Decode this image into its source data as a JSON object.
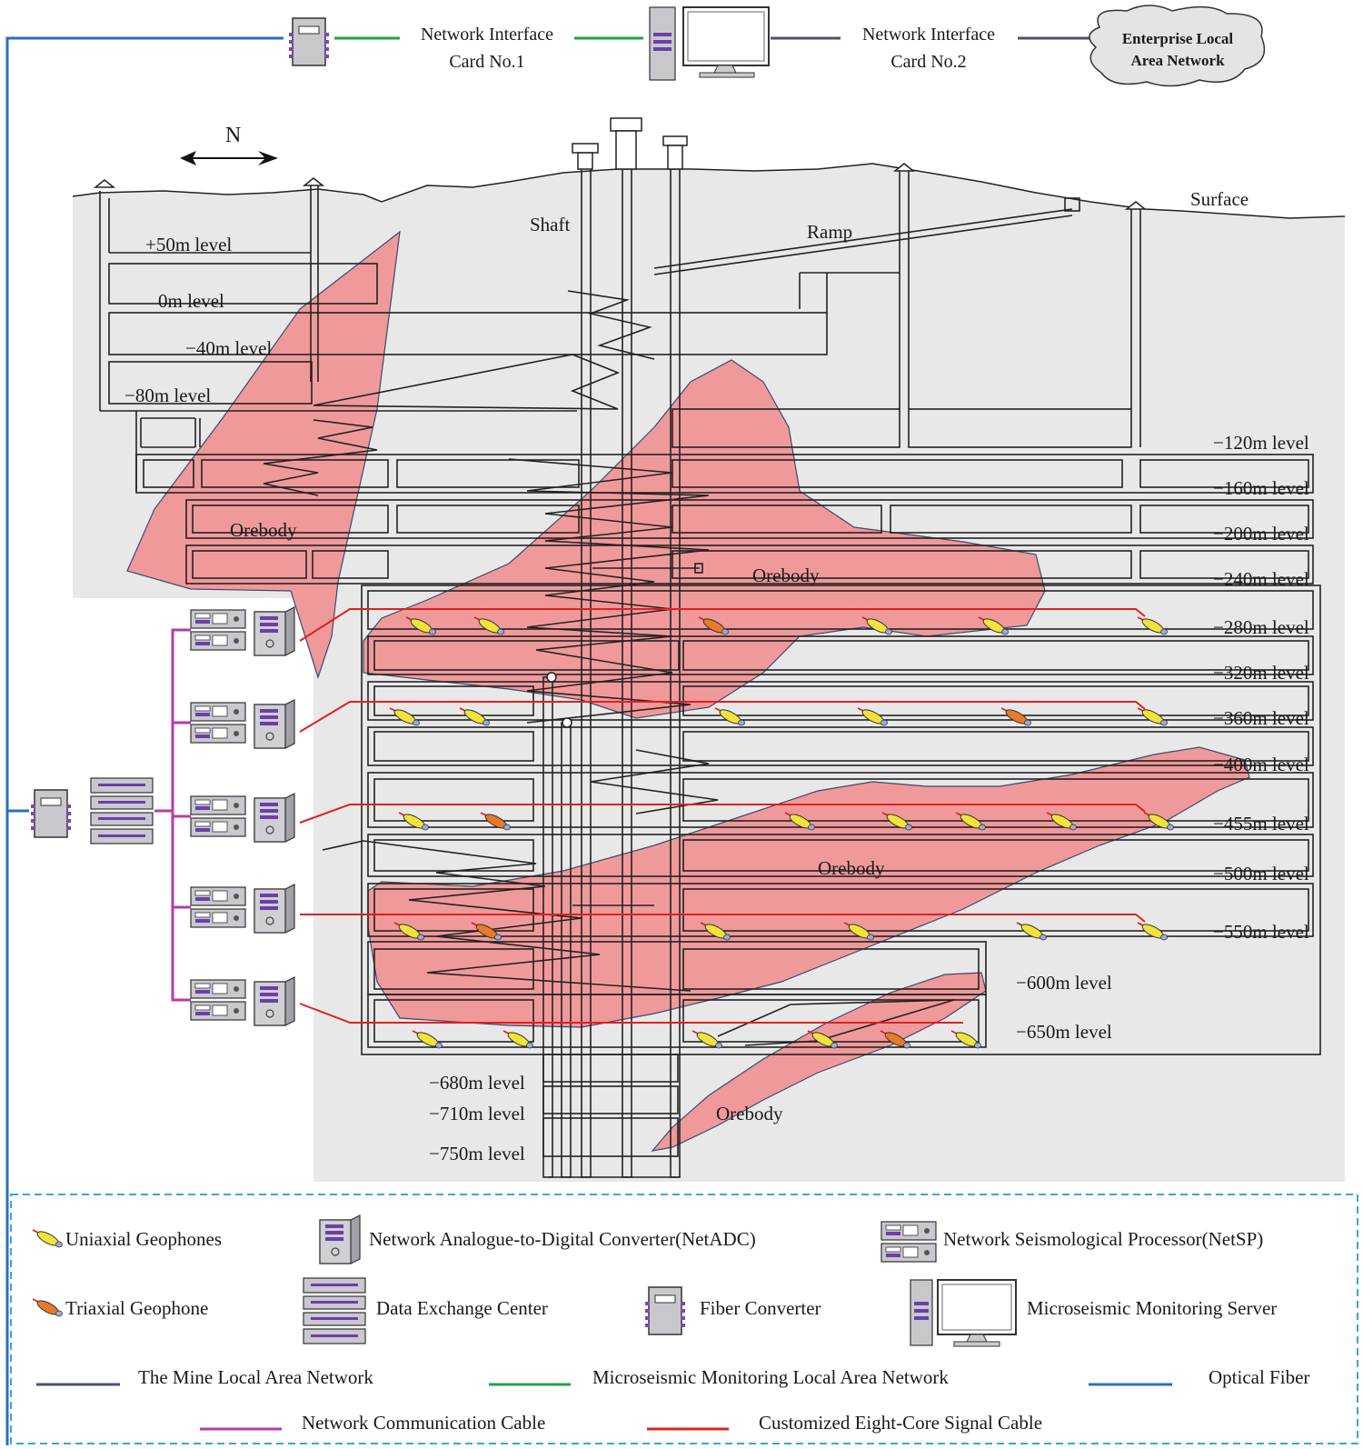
{
  "header": {
    "nic1": [
      "Network Interface",
      "Card No.1"
    ],
    "nic2": [
      "Network Interface",
      "Card No.2"
    ],
    "enterprise": [
      "Enterprise Local",
      "Area Network"
    ]
  },
  "map": {
    "north": "N",
    "surface": "Surface",
    "shaft": "Shaft",
    "ramp": "Ramp",
    "orebody": "Orebody",
    "levels_left": [
      "+50m level",
      "0m level",
      "−40m level",
      "−80m level"
    ],
    "levels_right": [
      "−120m level",
      "−160m level",
      "−200m level",
      "−240m level",
      "−280m level",
      "−320m level",
      "−360m level",
      "−400m level",
      "−455m level",
      "−500m level",
      "−550m level"
    ],
    "levels_mid": [
      "−600m level",
      "−650m level"
    ],
    "levels_bottom": [
      "−680m level",
      "−710m level",
      "−750m level"
    ]
  },
  "legend": {
    "uniaxial": "Uniaxial Geophones",
    "netadc": "Network Analogue-to-Digital Converter(NetADC)",
    "netsp": "Network Seismological Processor(NetSP)",
    "triaxial": "Triaxial Geophone",
    "dec": "Data Exchange Center",
    "fiber_conv": "Fiber Converter",
    "server": "Microseismic Monitoring Server",
    "mine_lan": "The  Mine Local Area Network",
    "ms_lan": "Microseismic Monitoring Local Area Network",
    "optical": "Optical Fiber",
    "netcomm": "Network Communication Cable",
    "signal": "Customized Eight-Core Signal Cable"
  },
  "colors": {
    "mine_lan": "#4a5368",
    "ms_lan": "#22a04a",
    "optical": "#2a6fbf",
    "netcomm": "#b43ca8",
    "signal": "#e02020",
    "orebody": "#f0999a",
    "ground": "#e8e8e8",
    "legend_border": "#3aa6d8"
  }
}
